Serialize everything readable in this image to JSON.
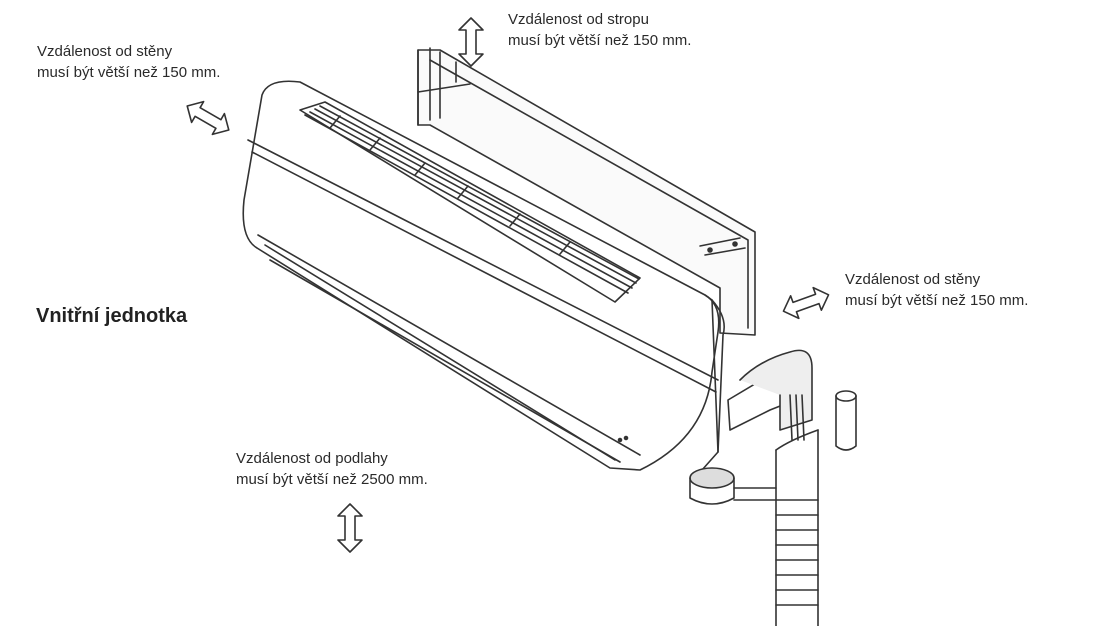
{
  "title": "Vnitřní jednotka",
  "notes": {
    "left_wall": {
      "line1": "Vzdálenost od stěny",
      "line2": "musí být větší než 150 mm."
    },
    "ceiling": {
      "line1": "Vzdálenost od stropu",
      "line2": "musí být větší než 150 mm."
    },
    "right_wall": {
      "line1": "Vzdálenost od stěny",
      "line2": "musí být větší než 150 mm."
    },
    "floor": {
      "line1": "Vzdálenost od podlahy",
      "line2": "musí být větší než 2500 mm."
    }
  },
  "icons": [
    "double-arrow-icon",
    "indoor-unit-illustration",
    "mounting-plate-illustration",
    "refrigerant-pipe-illustration"
  ]
}
